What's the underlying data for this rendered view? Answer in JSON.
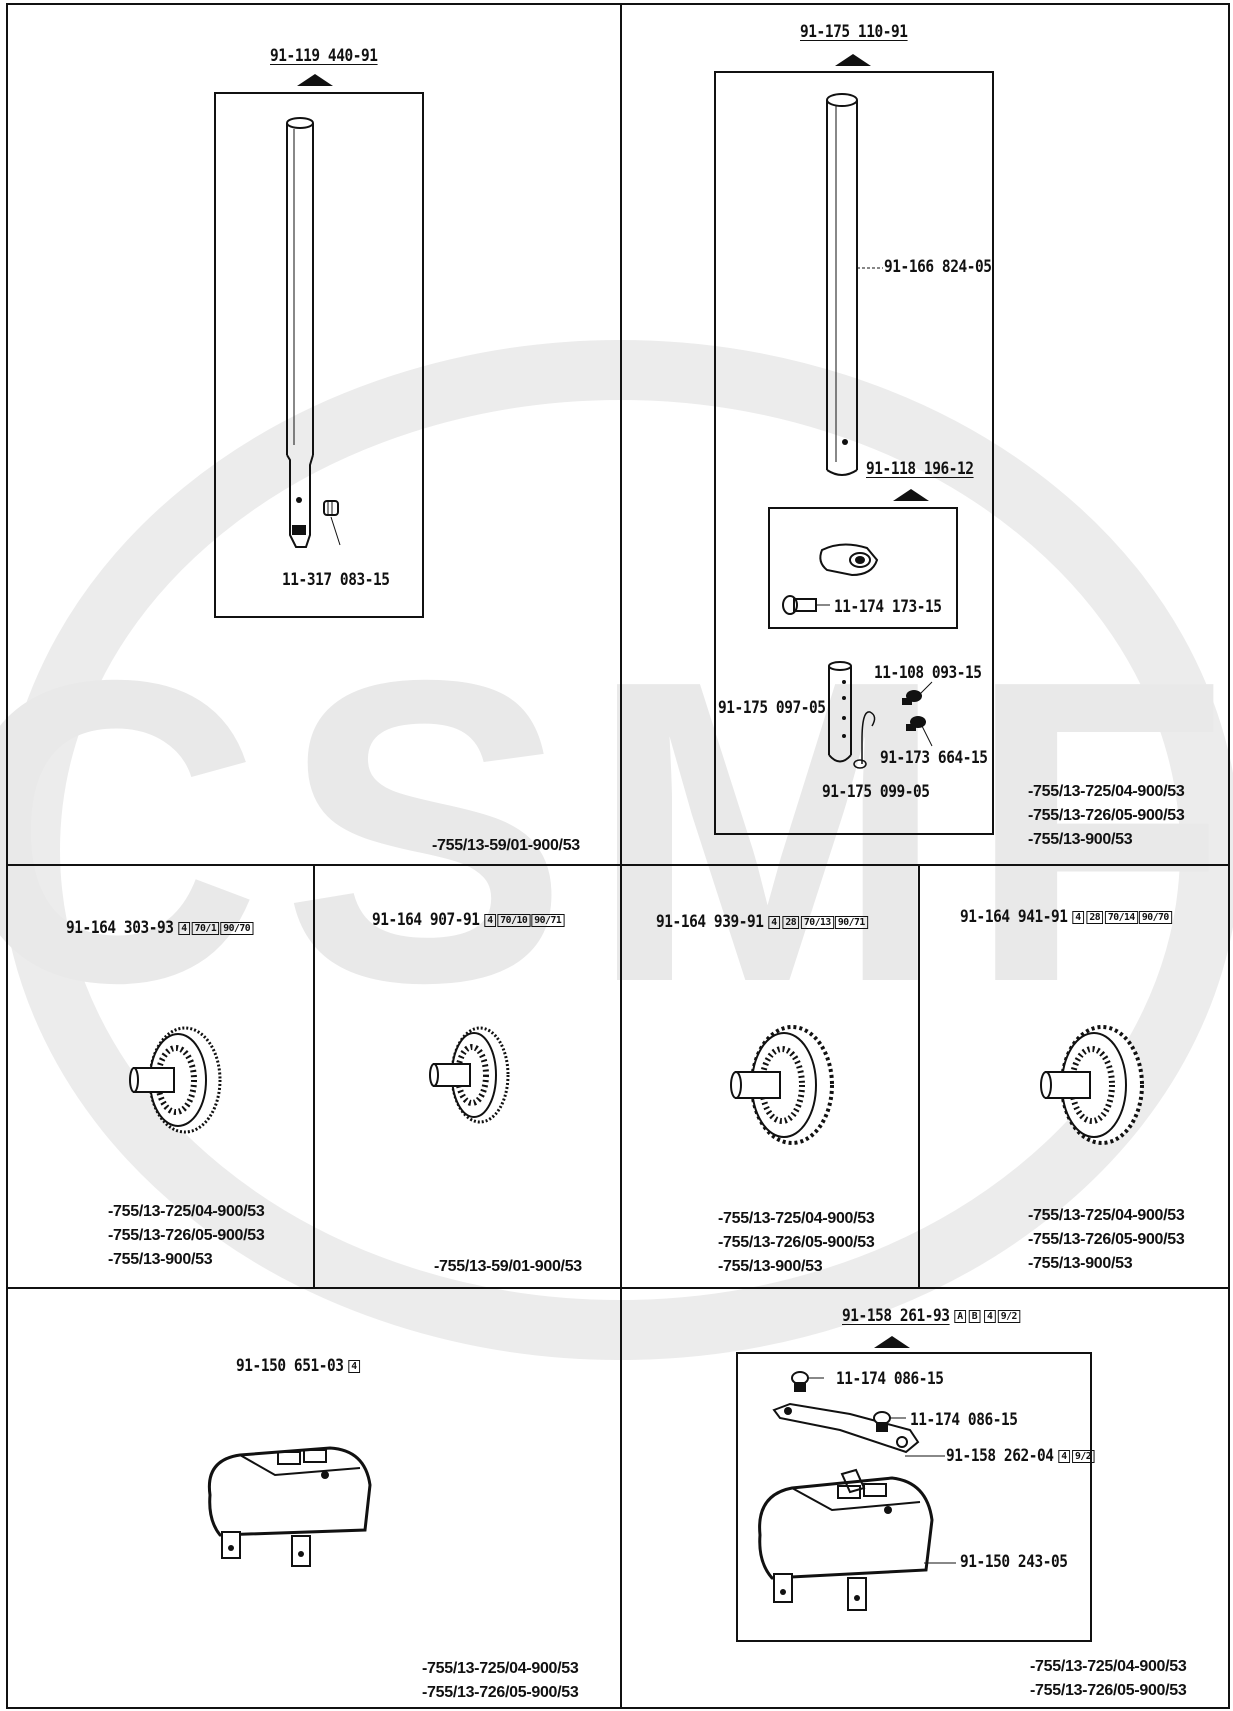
{
  "top_left": {
    "assembly": "91-119 440-91",
    "screw": "11-317 083-15",
    "refs": [
      "-755/13-59/01-900/53"
    ]
  },
  "top_right": {
    "assembly": "91-175 110-91",
    "tube": "91-166 824-05",
    "clamp_assembly": "91-118 196-12",
    "clamp_screw": "11-174 173-15",
    "screw_a": "11-108 093-15",
    "post": "91-175 097-05",
    "screw_b": "91-173 664-15",
    "pin": "91-175 099-05",
    "refs": [
      "-755/13-725/04-900/53",
      "-755/13-726/05-900/53",
      "-755/13-900/53"
    ]
  },
  "wheels": [
    {
      "part": "91-164 303-93",
      "tags": [
        "4",
        "70/1",
        "90/70"
      ],
      "refs": [
        "-755/13-725/04-900/53",
        "-755/13-726/05-900/53",
        "-755/13-900/53"
      ]
    },
    {
      "part": "91-164 907-91",
      "tags": [
        "4",
        "70/10",
        "90/71"
      ],
      "refs": [
        "-755/13-59/01-900/53"
      ]
    },
    {
      "part": "91-164 939-91",
      "tags": [
        "4",
        "28",
        "70/13",
        "90/71"
      ],
      "refs": [
        "-755/13-725/04-900/53",
        "-755/13-726/05-900/53",
        "-755/13-900/53"
      ]
    },
    {
      "part": "91-164 941-91",
      "tags": [
        "4",
        "28",
        "70/14",
        "90/70"
      ],
      "refs": [
        "-755/13-725/04-900/53",
        "-755/13-726/05-900/53",
        "-755/13-900/53"
      ]
    }
  ],
  "bottom_left": {
    "part": "91-150 651-03",
    "tags": [
      "4"
    ],
    "refs": [
      "-755/13-725/04-900/53",
      "-755/13-726/05-900/53"
    ]
  },
  "bottom_right": {
    "assembly": "91-158 261-93",
    "tags": [
      "A",
      "B",
      "4",
      "9/2"
    ],
    "screw_top": "11-174 086-15",
    "screw_mid": "11-174 086-15",
    "plate": "91-158 262-04",
    "plate_tags": [
      "4",
      "9/2"
    ],
    "housing": "91-150 243-05",
    "refs": [
      "-755/13-725/04-900/53",
      "-755/13-726/05-900/53"
    ]
  },
  "watermark": {
    "text": "CSMF",
    "color": "#e9e9e9"
  }
}
